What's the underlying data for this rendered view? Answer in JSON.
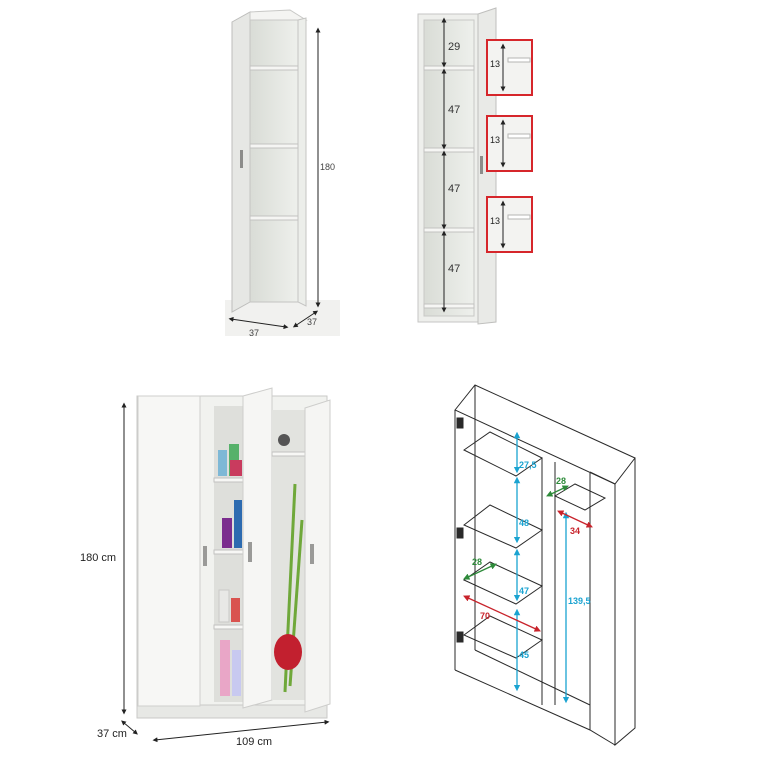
{
  "panel1": {
    "height": "180",
    "width": "37",
    "depth": "37"
  },
  "panel2": {
    "sections": [
      "29",
      "47",
      "47",
      "47"
    ],
    "detail_labels": [
      "13",
      "13",
      "13"
    ],
    "colors": {
      "detail_border": "#d6262b"
    }
  },
  "panel3": {
    "height": "180 cm",
    "depth": "37 cm",
    "width": "109 cm"
  },
  "panel4": {
    "cyan_dims": [
      "27,5",
      "48",
      "47",
      "45",
      "139,5"
    ],
    "green_dims": [
      "28",
      "28"
    ],
    "red_dims": [
      "34",
      "70"
    ],
    "colors": {
      "cyan": "#1aa3d1",
      "green": "#2e8b3a",
      "red": "#c8232b"
    }
  }
}
